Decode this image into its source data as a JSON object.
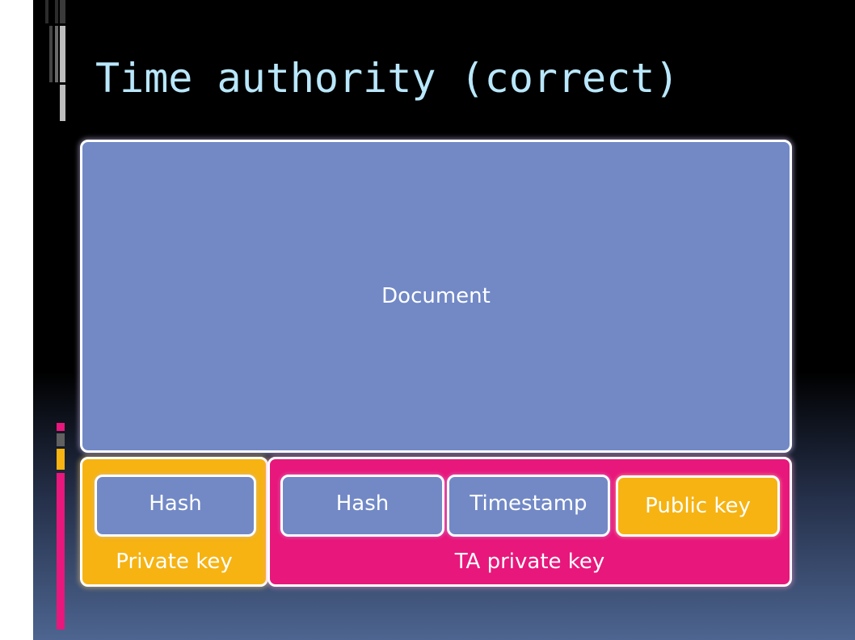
{
  "slide": {
    "title": "Time authority (correct)"
  },
  "diagram": {
    "document_label": "Document",
    "private_key_box": {
      "label": "Private key",
      "items": [
        "Hash"
      ]
    },
    "ta_private_key_box": {
      "label": "TA private key",
      "items": [
        "Hash",
        "Timestamp",
        "Public key"
      ]
    }
  },
  "colors": {
    "document_fill": "#7289c6",
    "private_key_fill": "#f6b312",
    "ta_private_key_fill": "#e8177c",
    "title_text": "#b9e7fb",
    "background_top": "#000000",
    "background_bottom": "#4d6590"
  }
}
